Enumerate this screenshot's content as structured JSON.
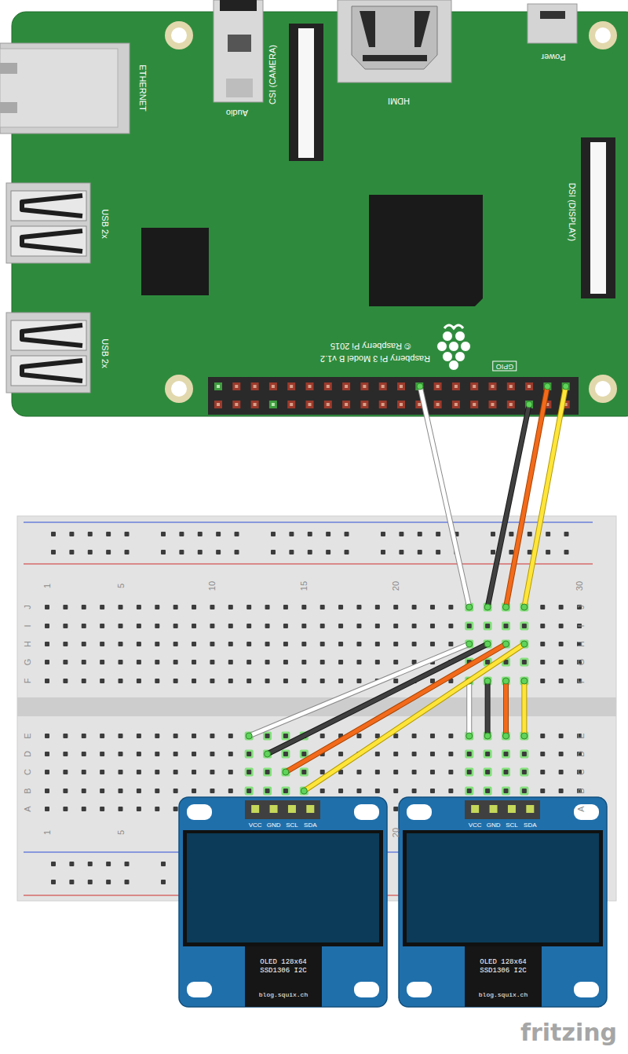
{
  "diagram": {
    "nodes": [
      {
        "text": [
          "ETHERNET",
          "USB 2x",
          "USB 2x",
          "Audio",
          "CSI (CAMERA)",
          "HDMI",
          "Power",
          "DSI (DISPLAY)",
          "Raspberry Pi 3 Model B v1.2",
          "© Raspberry Pi 2015",
          "GPIO"
        ]
      },
      {
        "text": [
          "1",
          "5",
          "10",
          "15",
          "20",
          "30",
          "J",
          "I",
          "H",
          "G",
          "F",
          "E",
          "D",
          "C",
          "B",
          "A",
          "J",
          "I",
          "H",
          "G",
          "F",
          "E",
          "D",
          "C",
          "B",
          "A",
          "1",
          "5",
          "20"
        ]
      },
      {
        "text": [
          "VCC",
          "GND",
          "SCL",
          "SDA",
          "OLED 128x64 SSD1306 I2C",
          "blog.squix.ch"
        ]
      },
      {
        "text": [
          "VCC",
          "GND",
          "SCL",
          "SDA",
          "OLED 128x64 SSD1306 I2C",
          "blog.squix.ch"
        ]
      }
    ],
    "edges": [
      {
        "from": 0,
        "to": 1,
        "arrow": "none"
      },
      {
        "from": 0,
        "to": 1,
        "arrow": "none"
      },
      {
        "from": 0,
        "to": 1,
        "arrow": "none"
      },
      {
        "from": 0,
        "to": 1,
        "arrow": "none"
      }
    ],
    "labels": [
      "fritzing"
    ]
  }
}
